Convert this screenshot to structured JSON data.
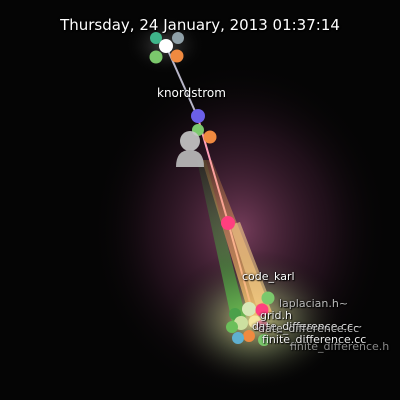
{
  "header": {
    "datetime": "Thursday, 24 January, 2013 01:37:14"
  },
  "users": [
    {
      "name": "knordstrom"
    },
    {
      "name": "code_karl"
    }
  ],
  "files": [
    {
      "name": "laplacian.h~"
    },
    {
      "name": "grid.h"
    },
    {
      "name": "date_difference.cc~"
    },
    {
      "name": "date_difference.cc"
    },
    {
      "name": "finite_difference.cc"
    },
    {
      "name": "finite_difference.h"
    }
  ],
  "colors": {
    "background": "#050505",
    "glow_pink": "#ff5aa0",
    "glow_yellow": "#f0e070",
    "edge_green": "#4caf50",
    "edge_orange": "#f2a04a",
    "node_green": "#7bc86c",
    "node_orange": "#f08a40",
    "node_blue": "#6b5fe8",
    "node_pink": "#ff3f7f"
  },
  "icons": {
    "user_avatar": "person-icon"
  }
}
